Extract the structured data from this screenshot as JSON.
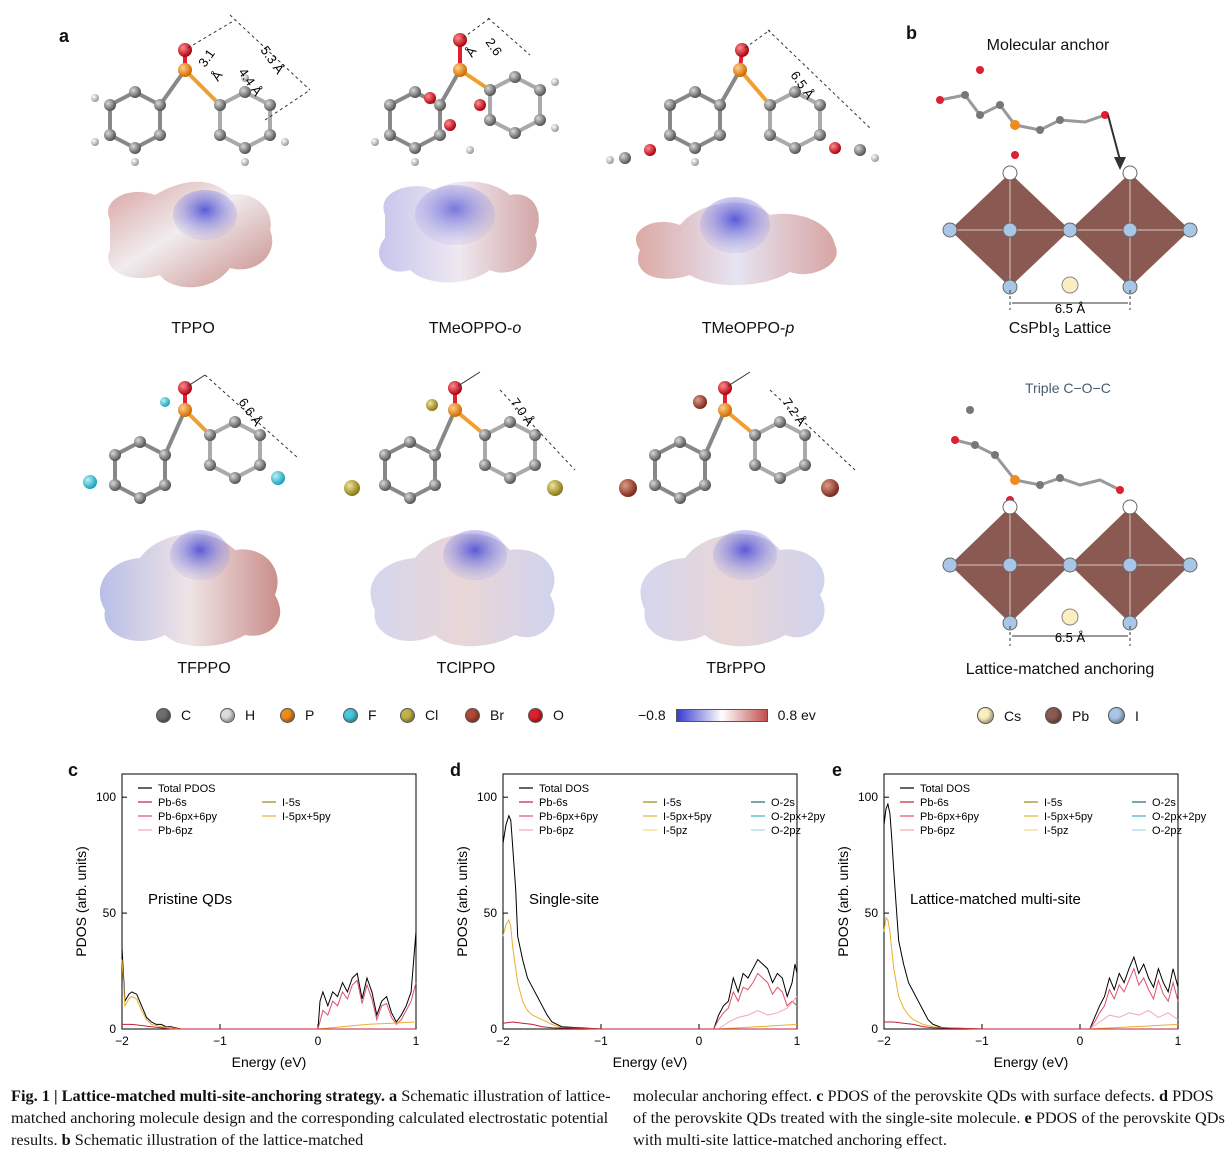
{
  "panels": {
    "a": "a",
    "b": "b",
    "c": "c",
    "d": "d",
    "e": "e"
  },
  "molecules": [
    {
      "name": "TPPO",
      "italic": ""
    },
    {
      "name": "TMeOPPO-",
      "italic": "o"
    },
    {
      "name": "TMeOPPO-",
      "italic": "p"
    },
    {
      "name": "TFPPO",
      "italic": ""
    },
    {
      "name": "TClPPO",
      "italic": ""
    },
    {
      "name": "TBrPPO",
      "italic": ""
    }
  ],
  "distances": {
    "tppo_a": "3.1",
    "tppo_a_unit": "Å",
    "tppo_b": "4.4 Å",
    "tppo_c": "5.3 Å",
    "tmeo_o": "2.6",
    "tmeo_o_unit": "Å",
    "tmeo_p": "6.5 Å",
    "tfppo": "6.6 Å",
    "tclppo": "7.0 Å",
    "tbrppo": "7.2 Å"
  },
  "atom_legend": [
    {
      "symbol": "C",
      "color": "#6f6f6f"
    },
    {
      "symbol": "H",
      "color": "#dcdcdc"
    },
    {
      "symbol": "P",
      "color": "#f08c1e"
    },
    {
      "symbol": "F",
      "color": "#47c9de"
    },
    {
      "symbol": "Cl",
      "color": "#c2b24a"
    },
    {
      "symbol": "Br",
      "color": "#b04a36"
    },
    {
      "symbol": "O",
      "color": "#e0202a"
    }
  ],
  "esp_scale": {
    "min": "−0.8",
    "max": "0.8 ev",
    "color_low": "#3a3ad0",
    "color_mid": "#ffffff",
    "color_high": "#c0504d"
  },
  "panel_b": {
    "top_title": "Molecular anchor",
    "lattice_label_main": "CsPbI",
    "lattice_label_sub": "3",
    "lattice_label_tail": " Lattice",
    "spacing": "6.5 Å",
    "triple": "Triple C−O−C",
    "bottom_title": "Lattice-matched anchoring",
    "spacing_bottom": "6.5 Å",
    "legend": [
      {
        "symbol": "Cs",
        "color": "#fbeec0"
      },
      {
        "symbol": "Pb",
        "color": "#8a5a52"
      },
      {
        "symbol": "I",
        "color": "#a9c6e6"
      }
    ]
  },
  "chart_data": [
    {
      "type": "line",
      "panel": "c",
      "annotation": "Pristine QDs",
      "xlabel": "Energy (eV)",
      "ylabel": "PDOS (arb. units)",
      "xlim": [
        -2,
        1
      ],
      "ylim": [
        0,
        110
      ],
      "xticks": [
        "−2",
        "−1",
        "0",
        "1"
      ],
      "yticks": [
        "0",
        "50",
        "100"
      ],
      "legend": [
        {
          "name": "Total PDOS",
          "color": "#000000"
        },
        {
          "name": "Pb-6s",
          "color": "#c0203a"
        },
        {
          "name": "Pb-6px+6py",
          "color": "#e0506a"
        },
        {
          "name": "Pb-6pz",
          "color": "#f0a8b4"
        },
        {
          "name": "I-5s",
          "color": "#9a8a10"
        },
        {
          "name": "I-5px+5py",
          "color": "#e8b030"
        }
      ],
      "series": [
        {
          "name": "Total PDOS",
          "color": "#000000",
          "x": [
            -2.0,
            -1.97,
            -1.93,
            -1.9,
            -1.85,
            -1.8,
            -1.75,
            -1.7,
            -1.65,
            -1.6,
            -1.55,
            -1.5,
            -1.4,
            -1.0,
            0.0,
            0.02,
            0.05,
            0.1,
            0.15,
            0.2,
            0.25,
            0.3,
            0.35,
            0.4,
            0.45,
            0.5,
            0.55,
            0.6,
            0.65,
            0.7,
            0.75,
            0.8,
            0.85,
            0.9,
            0.95,
            1.0
          ],
          "y": [
            35,
            12,
            15,
            16,
            15,
            10,
            5,
            3,
            2,
            2,
            1,
            1,
            0,
            0,
            0,
            12,
            16,
            10,
            16,
            14,
            20,
            16,
            22,
            24,
            13,
            22,
            16,
            6,
            12,
            14,
            7,
            3,
            6,
            10,
            16,
            42
          ]
        },
        {
          "name": "Pb-6px+6py",
          "color": "#e0506a",
          "x": [
            0.0,
            0.05,
            0.1,
            0.15,
            0.2,
            0.25,
            0.3,
            0.35,
            0.4,
            0.45,
            0.5,
            0.55,
            0.6,
            0.65,
            0.7,
            0.75,
            0.8,
            0.85,
            0.9,
            0.95,
            1.0
          ],
          "y": [
            0,
            8,
            6,
            12,
            10,
            16,
            13,
            19,
            21,
            11,
            19,
            13,
            4,
            10,
            11,
            5,
            2,
            4,
            8,
            12,
            20
          ]
        },
        {
          "name": "I-5px+5py",
          "color": "#e8b030",
          "x": [
            -2.0,
            -1.97,
            -1.93,
            -1.9,
            -1.85,
            -1.8,
            -1.75,
            -1.7,
            -1.6,
            -1.5,
            -1.4,
            -1.0,
            0.0,
            0.5,
            1.0
          ],
          "y": [
            30,
            10,
            13,
            14,
            13,
            8,
            4,
            2,
            1,
            0.5,
            0,
            0,
            0,
            2,
            3
          ]
        },
        {
          "name": "Pb-6s",
          "color": "#c0203a",
          "x": [
            -2.0,
            -1.9,
            -1.8,
            -1.7,
            -1.6,
            -1.5,
            -1.0,
            0.0,
            1.0
          ],
          "y": [
            2,
            2,
            1.5,
            1,
            0.5,
            0,
            0,
            0,
            0
          ]
        }
      ]
    },
    {
      "type": "line",
      "panel": "d",
      "annotation": "Single-site",
      "xlabel": "Energy (eV)",
      "ylabel": "PDOS (arb. units)",
      "xlim": [
        -2,
        1
      ],
      "ylim": [
        0,
        110
      ],
      "xticks": [
        "−2",
        "−1",
        "0",
        "1"
      ],
      "yticks": [
        "0",
        "50",
        "100"
      ],
      "legend": [
        {
          "name": "Total DOS",
          "color": "#000000"
        },
        {
          "name": "Pb-6s",
          "color": "#c0203a"
        },
        {
          "name": "Pb-6px+6py",
          "color": "#e0506a"
        },
        {
          "name": "Pb-6pz",
          "color": "#f0a8b4"
        },
        {
          "name": "I-5s",
          "color": "#9a8a10"
        },
        {
          "name": "I-5px+5py",
          "color": "#e8b030"
        },
        {
          "name": "I-5pz",
          "color": "#f2d888"
        },
        {
          "name": "O-2s",
          "color": "#1e6a78"
        },
        {
          "name": "O-2px+2py",
          "color": "#40b0c8"
        },
        {
          "name": "O-2pz",
          "color": "#a8d8e8"
        }
      ],
      "series": [
        {
          "name": "Total DOS",
          "color": "#000000",
          "x": [
            -2.0,
            -1.97,
            -1.94,
            -1.92,
            -1.9,
            -1.87,
            -1.85,
            -1.8,
            -1.75,
            -1.7,
            -1.65,
            -1.6,
            -1.55,
            -1.5,
            -1.4,
            -1.0,
            0.15,
            0.2,
            0.25,
            0.3,
            0.35,
            0.4,
            0.45,
            0.5,
            0.55,
            0.6,
            0.65,
            0.7,
            0.75,
            0.8,
            0.85,
            0.9,
            0.95,
            0.98,
            1.0
          ],
          "y": [
            80,
            88,
            92,
            90,
            78,
            60,
            40,
            30,
            22,
            18,
            14,
            10,
            6,
            3,
            1,
            0,
            0,
            6,
            10,
            12,
            22,
            16,
            24,
            22,
            26,
            30,
            28,
            26,
            20,
            24,
            22,
            14,
            20,
            28,
            24
          ]
        },
        {
          "name": "Pb-6px+6py",
          "color": "#e0506a",
          "x": [
            0.15,
            0.2,
            0.25,
            0.3,
            0.35,
            0.4,
            0.45,
            0.5,
            0.55,
            0.6,
            0.65,
            0.7,
            0.75,
            0.8,
            0.85,
            0.9,
            0.95,
            1.0
          ],
          "y": [
            0,
            4,
            7,
            9,
            16,
            12,
            18,
            17,
            20,
            24,
            22,
            20,
            15,
            18,
            16,
            10,
            12,
            10
          ]
        },
        {
          "name": "I-5px+5py",
          "color": "#e8b030",
          "x": [
            -2.0,
            -1.97,
            -1.94,
            -1.92,
            -1.9,
            -1.85,
            -1.8,
            -1.75,
            -1.7,
            -1.6,
            -1.5,
            -1.4,
            -1.0,
            0.2,
            1.0
          ],
          "y": [
            40,
            45,
            47,
            44,
            35,
            20,
            12,
            8,
            6,
            4,
            2,
            0.5,
            0,
            0,
            2
          ]
        },
        {
          "name": "Pb-6pz",
          "color": "#f0a8b4",
          "x": [
            0.2,
            0.3,
            0.4,
            0.5,
            0.6,
            0.7,
            0.8,
            0.9,
            1.0
          ],
          "y": [
            0,
            3,
            5,
            6,
            8,
            6,
            7,
            9,
            14
          ]
        },
        {
          "name": "Pb-6s",
          "color": "#c0203a",
          "x": [
            -2.0,
            -1.9,
            -1.8,
            -1.7,
            -1.6,
            -1.5,
            -1.0,
            0.0,
            1.0
          ],
          "y": [
            2.5,
            3,
            2.5,
            2,
            1,
            0.5,
            0,
            0,
            0
          ]
        }
      ]
    },
    {
      "type": "line",
      "panel": "e",
      "annotation": "Lattice-matched multi-site",
      "xlabel": "Energy (eV)",
      "ylabel": "PDOS (arb. units)",
      "xlim": [
        -2,
        1
      ],
      "ylim": [
        0,
        110
      ],
      "xticks": [
        "−2",
        "−1",
        "0",
        "1"
      ],
      "yticks": [
        "0",
        "50",
        "100"
      ],
      "legend": [
        {
          "name": "Total DOS",
          "color": "#000000"
        },
        {
          "name": "Pb-6s",
          "color": "#c0203a"
        },
        {
          "name": "Pb-6px+6py",
          "color": "#e0506a"
        },
        {
          "name": "Pb-6pz",
          "color": "#f0a8b4"
        },
        {
          "name": "I-5s",
          "color": "#9a8a10"
        },
        {
          "name": "I-5px+5py",
          "color": "#e8b030"
        },
        {
          "name": "I-5pz",
          "color": "#f2d888"
        },
        {
          "name": "O-2s",
          "color": "#1e6a78"
        },
        {
          "name": "O-2px+2py",
          "color": "#40b0c8"
        },
        {
          "name": "O-2pz",
          "color": "#a8d8e8"
        }
      ],
      "series": [
        {
          "name": "Total DOS",
          "color": "#000000",
          "x": [
            -2.0,
            -1.98,
            -1.96,
            -1.94,
            -1.92,
            -1.9,
            -1.87,
            -1.85,
            -1.8,
            -1.75,
            -1.7,
            -1.65,
            -1.6,
            -1.55,
            -1.5,
            -1.4,
            -1.0,
            0.1,
            0.15,
            0.2,
            0.25,
            0.3,
            0.35,
            0.4,
            0.45,
            0.5,
            0.55,
            0.6,
            0.65,
            0.7,
            0.75,
            0.8,
            0.85,
            0.9,
            0.95,
            1.0
          ],
          "y": [
            88,
            95,
            97,
            93,
            82,
            68,
            50,
            38,
            28,
            20,
            16,
            12,
            8,
            4,
            2,
            0.5,
            0,
            0,
            5,
            10,
            14,
            22,
            17,
            24,
            20,
            26,
            31,
            24,
            28,
            22,
            18,
            26,
            20,
            16,
            26,
            18
          ]
        },
        {
          "name": "Pb-6px+6py",
          "color": "#e0506a",
          "x": [
            0.1,
            0.15,
            0.2,
            0.25,
            0.3,
            0.35,
            0.4,
            0.45,
            0.5,
            0.55,
            0.6,
            0.65,
            0.7,
            0.75,
            0.8,
            0.85,
            0.9,
            0.95,
            1.0
          ],
          "y": [
            0,
            3,
            7,
            10,
            17,
            13,
            19,
            16,
            21,
            26,
            19,
            22,
            17,
            13,
            21,
            15,
            12,
            20,
            12
          ]
        },
        {
          "name": "I-5px+5py",
          "color": "#e8b030",
          "x": [
            -2.0,
            -1.98,
            -1.96,
            -1.94,
            -1.92,
            -1.9,
            -1.85,
            -1.8,
            -1.75,
            -1.7,
            -1.6,
            -1.5,
            -1.4,
            -1.0,
            0.1,
            1.0
          ],
          "y": [
            42,
            48,
            47,
            42,
            34,
            26,
            14,
            9,
            6,
            4,
            2,
            1,
            0.5,
            0,
            0,
            2
          ]
        },
        {
          "name": "Pb-6pz",
          "color": "#f0a8b4",
          "x": [
            0.1,
            0.2,
            0.3,
            0.4,
            0.5,
            0.6,
            0.7,
            0.8,
            0.9,
            1.0
          ],
          "y": [
            0,
            3,
            6,
            5,
            7,
            6,
            8,
            5,
            7,
            4
          ]
        },
        {
          "name": "Pb-6s",
          "color": "#c0203a",
          "x": [
            -2.0,
            -1.9,
            -1.8,
            -1.7,
            -1.6,
            -1.5,
            -1.0,
            0.0,
            1.0
          ],
          "y": [
            3,
            3,
            2.5,
            2,
            1,
            0.5,
            0,
            0,
            0
          ]
        }
      ]
    }
  ],
  "caption": {
    "fig_label": "Fig. 1 | Lattice-matched multi-site-anchoring strategy.",
    "left_rest_1": " Schematic illustration of lattice-matched anchoring molecule design and the corresponding calculated electrostatic potential results. ",
    "left_rest_2": " Schematic illustration of the lattice-matched",
    "right_1": "molecular anchoring effect. ",
    "right_2": " PDOS of the perovskite QDs with surface defects. ",
    "right_3": " PDOS of the perovskite QDs treated with the single-site molecule. ",
    "right_4": " PDOS of the perovskite QDs with multi-site lattice-matched anchoring effect.",
    "a": "a",
    "b": "b",
    "c": "c",
    "d": "d",
    "e": "e"
  }
}
